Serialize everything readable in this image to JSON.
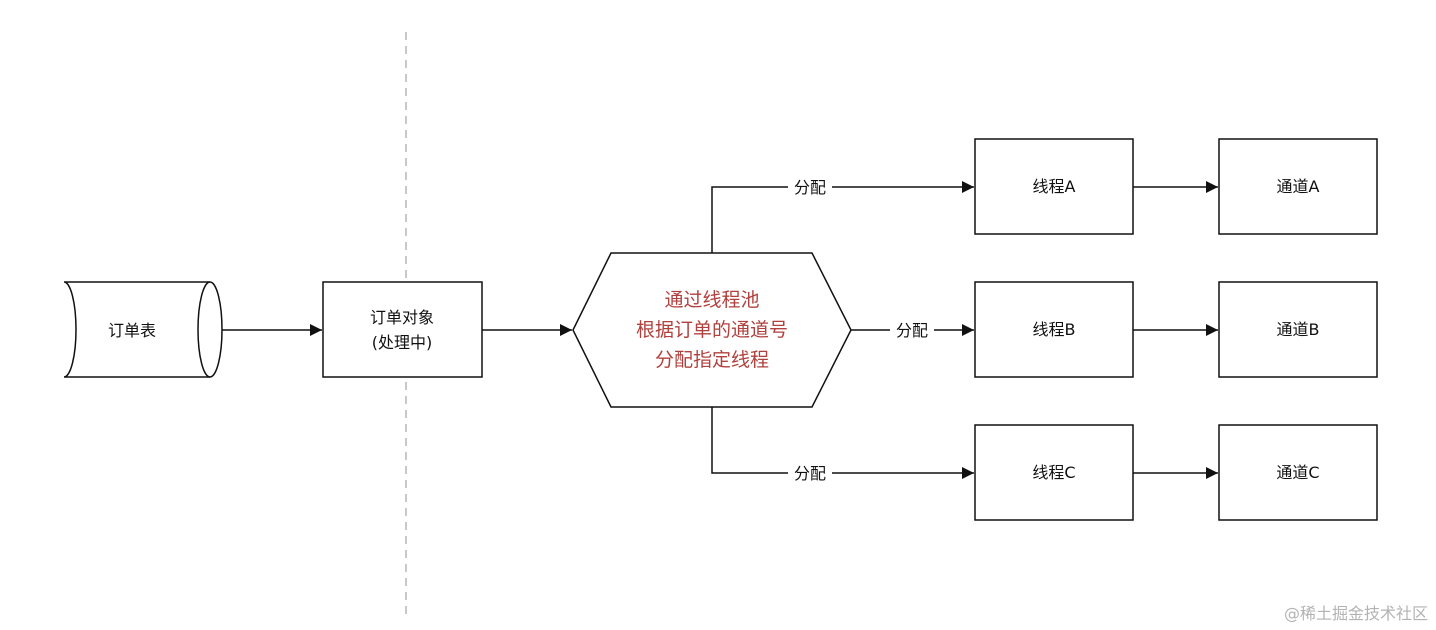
{
  "colors": {
    "stroke": "#111111",
    "text": "#111111",
    "highlight_text": "#b0413e",
    "divider": "#b5b5b5",
    "watermark": "#b3b3b3"
  },
  "nodes": {
    "order_table": {
      "label": "订单表"
    },
    "order_object": {
      "lines": [
        "订单对象",
        "(处理中)"
      ]
    },
    "thread_pool": {
      "lines": [
        "通过线程池",
        "根据订单的通道号",
        "分配指定线程"
      ]
    },
    "thread_a": {
      "label": "线程A"
    },
    "thread_b": {
      "label": "线程B"
    },
    "thread_c": {
      "label": "线程C"
    },
    "channel_a": {
      "label": "通道A"
    },
    "channel_b": {
      "label": "通道B"
    },
    "channel_c": {
      "label": "通道C"
    }
  },
  "edges": {
    "assign_a": {
      "label": "分配"
    },
    "assign_b": {
      "label": "分配"
    },
    "assign_c": {
      "label": "分配"
    }
  },
  "watermark": "@稀土掘金技术社区"
}
